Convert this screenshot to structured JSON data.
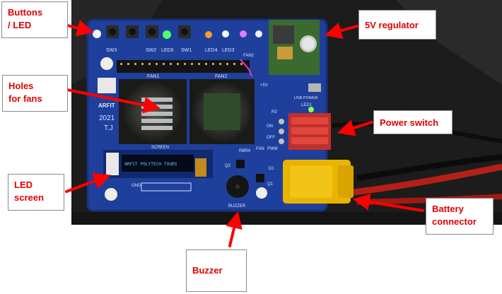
{
  "callouts": {
    "buttons": [
      "Buttons",
      "/ LED"
    ],
    "regulator": "5V regulator",
    "holes": [
      "Holes",
      "for fans"
    ],
    "switch": "Power switch",
    "screen": [
      "LED",
      "screen"
    ],
    "battery": [
      "Battery",
      "connector"
    ],
    "buzzer": "Buzzer"
  },
  "board": {
    "silk_top": [
      "SW3",
      "SW2",
      "LED5",
      "SW1",
      "LED4",
      "LED3"
    ],
    "fans": [
      "FAN1",
      "FAN2"
    ],
    "logo_text": "ARFIT",
    "year": "2021",
    "initials": "T.J",
    "screen_label": "SCREEN",
    "oled_text": "ARFIT POLYTECH TOURS",
    "buzzer_label": "BUZZER",
    "power_labels": [
      "ON",
      "OFF"
    ],
    "usb_label": "USB POWER",
    "fan_label": "FAN",
    "pwm_label": "PWM",
    "rbr_label": "RBR4",
    "gnd_label": "GND",
    "plus5v": "+5V",
    "misc": [
      "Q2",
      "D1",
      "Q1",
      "R3",
      "LED1",
      "FAN2"
    ]
  },
  "colors": {
    "pcb": "#1f3f9c",
    "callout_text": "#e00000",
    "arrow": "#ff0000",
    "oled_text": "#5fc8ff",
    "battery_connector": "#e8b400"
  }
}
